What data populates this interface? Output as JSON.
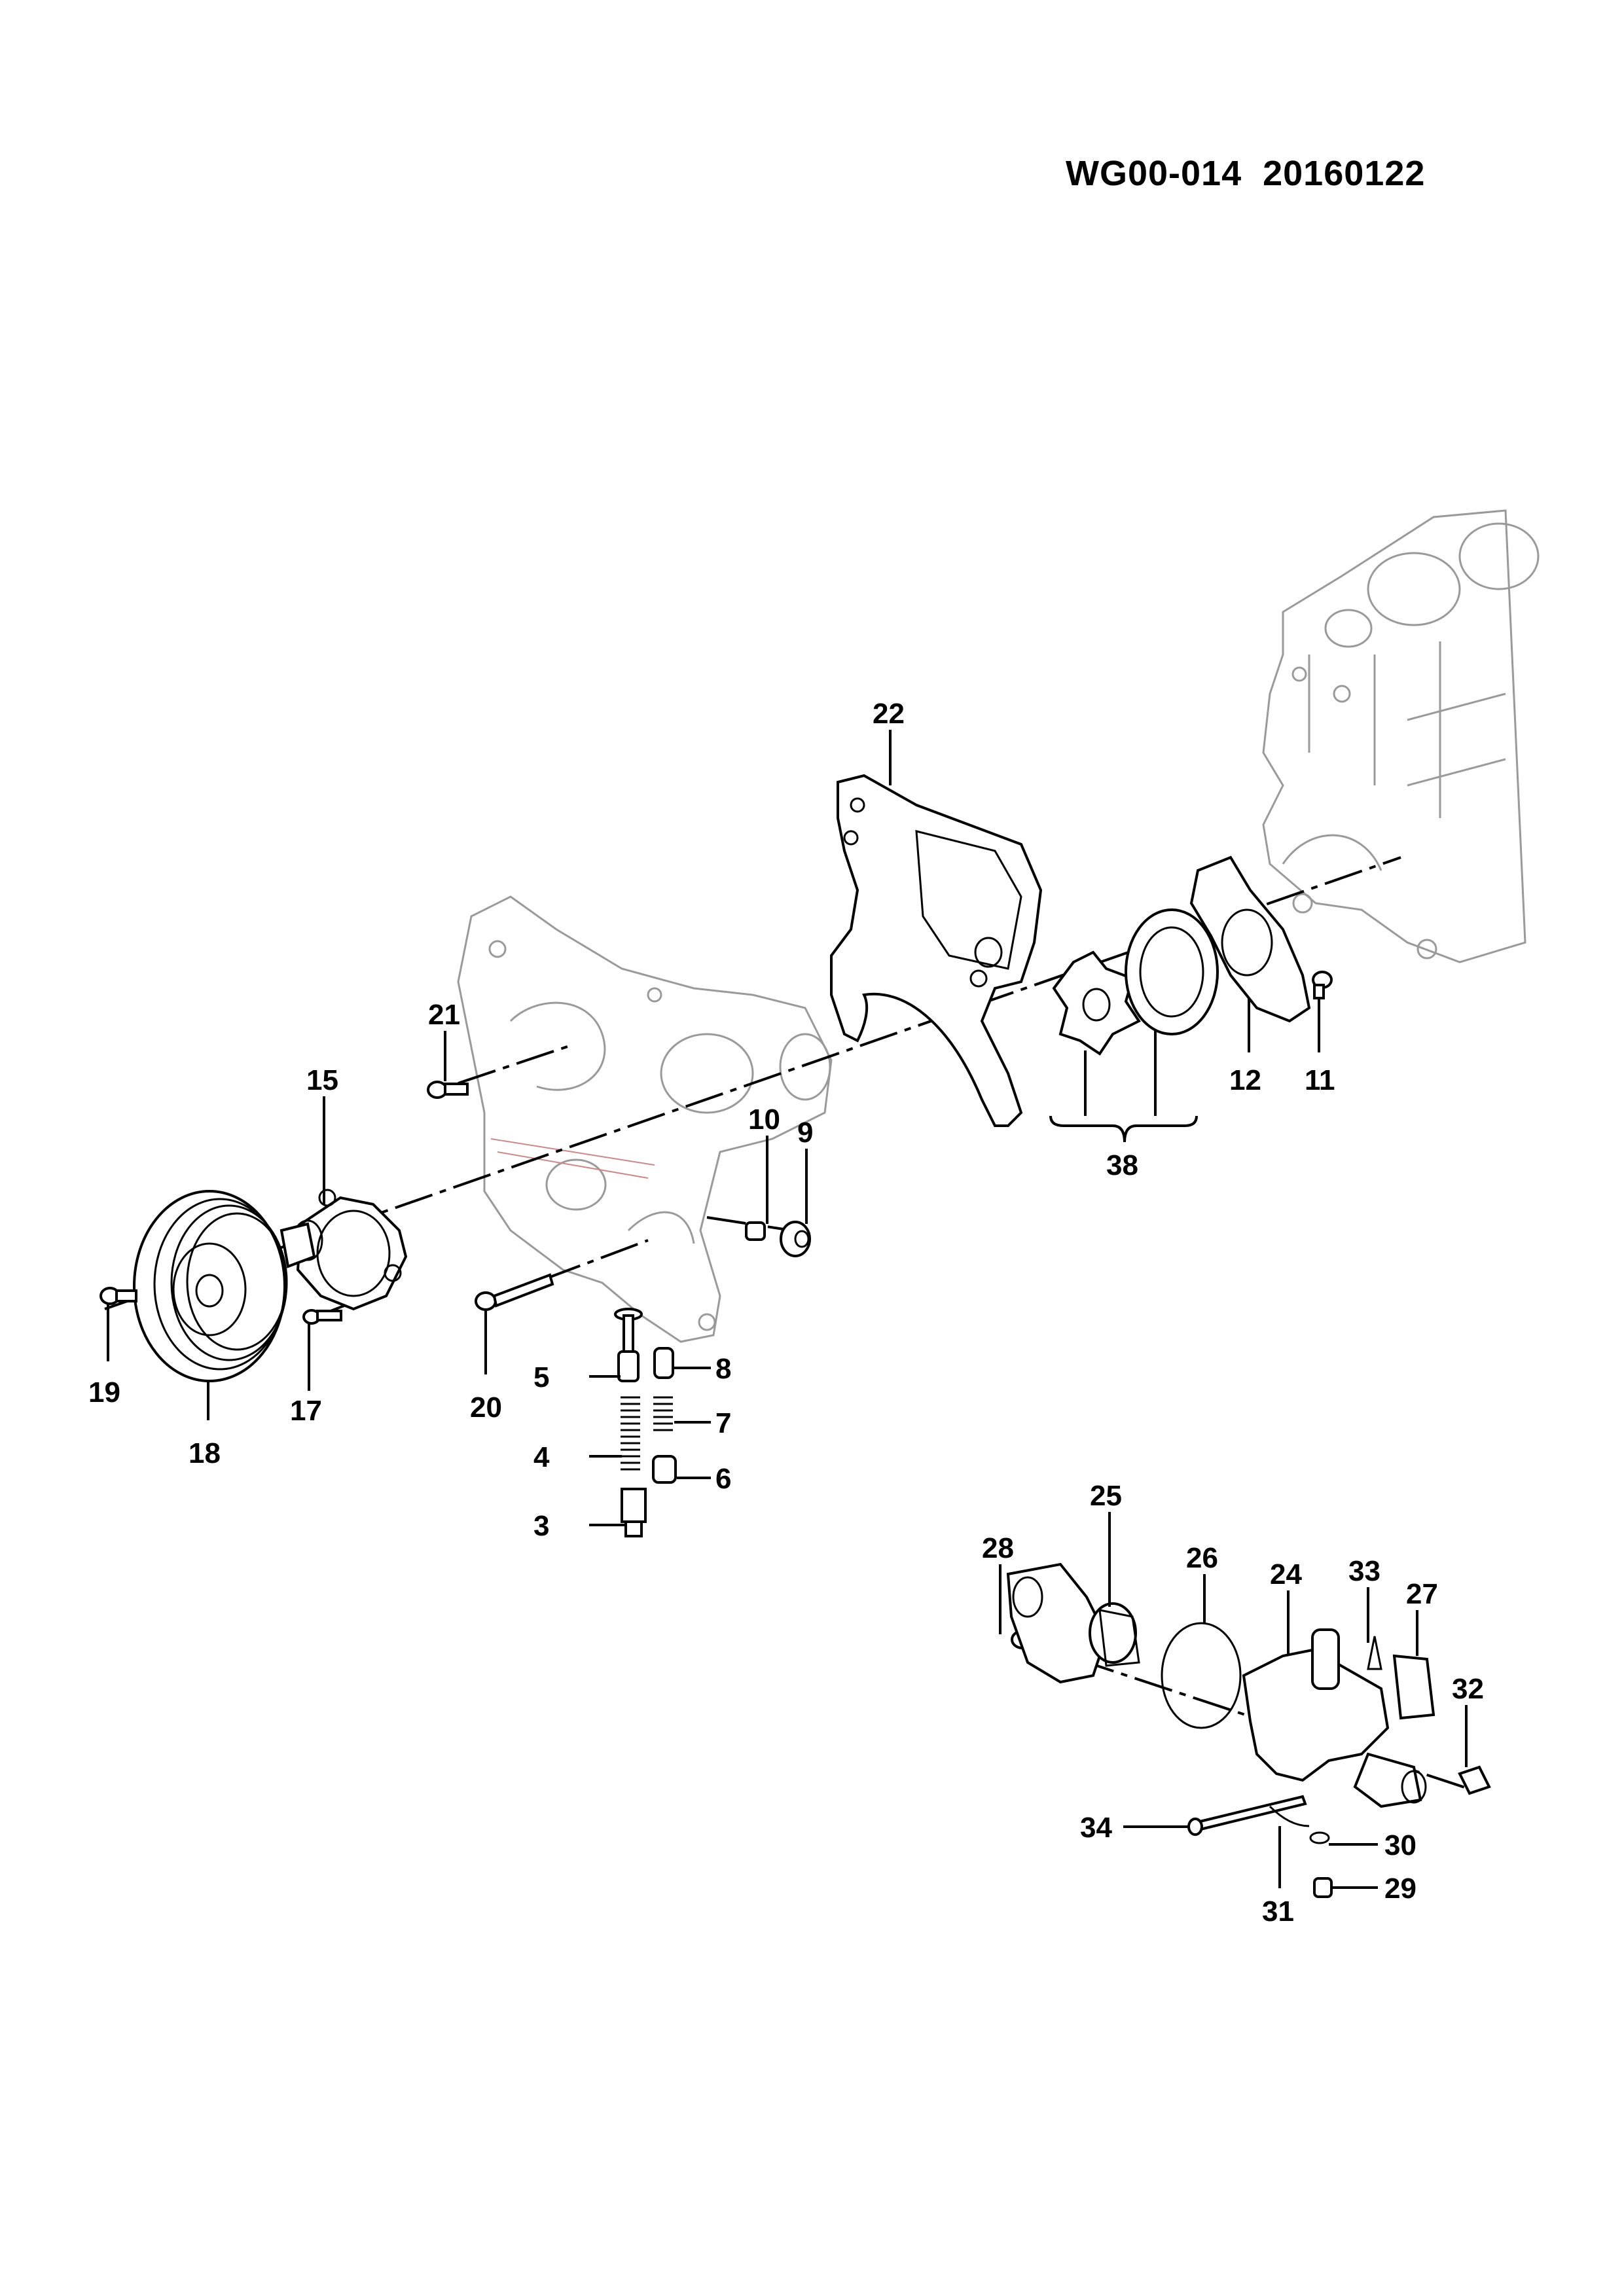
{
  "header": {
    "doc_id": "WG00-014  20160122"
  },
  "callouts": [
    {
      "id": "p3",
      "label": "3"
    },
    {
      "id": "p4",
      "label": "4"
    },
    {
      "id": "p5",
      "label": "5"
    },
    {
      "id": "p6",
      "label": "6"
    },
    {
      "id": "p7",
      "label": "7"
    },
    {
      "id": "p8",
      "label": "8"
    },
    {
      "id": "p9",
      "label": "9"
    },
    {
      "id": "p10",
      "label": "10"
    },
    {
      "id": "p11",
      "label": "11"
    },
    {
      "id": "p12",
      "label": "12"
    },
    {
      "id": "p15",
      "label": "15"
    },
    {
      "id": "p17",
      "label": "17"
    },
    {
      "id": "p18",
      "label": "18"
    },
    {
      "id": "p19",
      "label": "19"
    },
    {
      "id": "p20",
      "label": "20"
    },
    {
      "id": "p21",
      "label": "21"
    },
    {
      "id": "p22",
      "label": "22"
    },
    {
      "id": "p24",
      "label": "24"
    },
    {
      "id": "p25",
      "label": "25"
    },
    {
      "id": "p26",
      "label": "26"
    },
    {
      "id": "p27",
      "label": "27"
    },
    {
      "id": "p28",
      "label": "28"
    },
    {
      "id": "p29",
      "label": "29"
    },
    {
      "id": "p30",
      "label": "30"
    },
    {
      "id": "p31",
      "label": "31"
    },
    {
      "id": "p32",
      "label": "32"
    },
    {
      "id": "p33",
      "label": "33"
    },
    {
      "id": "p34",
      "label": "34"
    },
    {
      "id": "p38",
      "label": "38"
    }
  ]
}
